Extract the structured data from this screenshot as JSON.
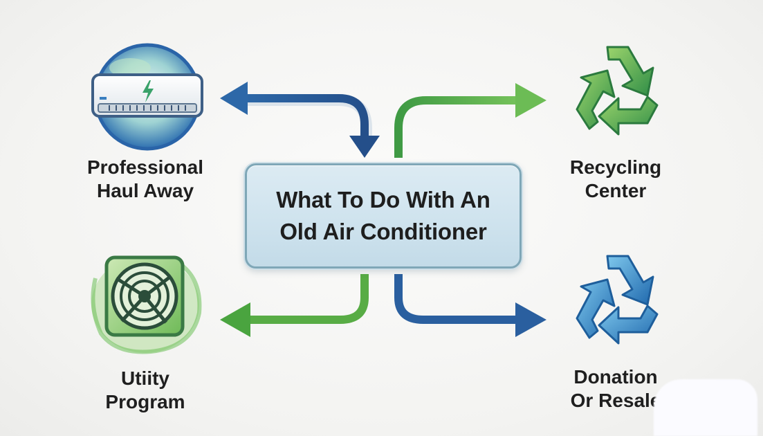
{
  "diagram": {
    "title_lines": [
      "What To Do With An",
      "Old Air Conditioner"
    ],
    "options": [
      {
        "id": "haul",
        "lines": [
          "Professional",
          "Haul Away"
        ],
        "icon": "air-conditioner-icon",
        "color": "#2f6eae"
      },
      {
        "id": "utility",
        "lines": [
          "Utiity",
          "Program"
        ],
        "icon": "fan-icon",
        "color": "#4caa3e"
      },
      {
        "id": "recycling",
        "lines": [
          "Recycling",
          "Center"
        ],
        "icon": "recycle-icon",
        "color": "#3f9c46"
      },
      {
        "id": "donation",
        "lines": [
          "Donation",
          "Or Resale"
        ],
        "icon": "recycle-icon",
        "color": "#2e7fbf"
      }
    ],
    "colors": {
      "blue": "#2b5f9e",
      "green": "#4ea84a",
      "box_border": "#7fa7b7",
      "box_fill": "#cfe3ee"
    }
  }
}
